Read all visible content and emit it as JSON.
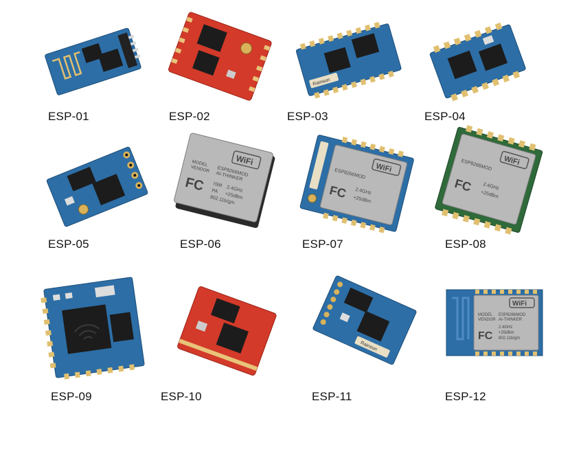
{
  "colors": {
    "blue_pcb": "#2d6ea6",
    "red_pcb": "#d33a2a",
    "green_pcb": "#2f6a3a",
    "chip": "#1c1c1c",
    "gold": "#d9b25a",
    "shield": "#b9b9b9"
  },
  "modules": [
    {
      "label": "ESP-01",
      "board": "blue-pcb",
      "icon": "antenna-trace"
    },
    {
      "label": "ESP-02",
      "board": "red-pcb",
      "icon": "u-fl-connector"
    },
    {
      "label": "ESP-03",
      "board": "blue-pcb",
      "icon": "ceramic-antenna"
    },
    {
      "label": "ESP-04",
      "board": "blue-pcb",
      "icon": "castellated-pads"
    },
    {
      "label": "ESP-05",
      "board": "blue-pcb",
      "icon": "u-fl-connector"
    },
    {
      "label": "ESP-06",
      "board": "metal-shield",
      "icon": "shield-can"
    },
    {
      "label": "ESP-07",
      "board": "blue-pcb",
      "icon": "shield-can"
    },
    {
      "label": "ESP-08",
      "board": "green-pcb",
      "icon": "shield-can"
    },
    {
      "label": "ESP-09",
      "board": "blue-pcb",
      "icon": "square-chip"
    },
    {
      "label": "ESP-10",
      "board": "red-pcb",
      "icon": "smd-chip"
    },
    {
      "label": "ESP-11",
      "board": "blue-pcb",
      "icon": "ceramic-antenna"
    },
    {
      "label": "ESP-12",
      "board": "blue-pcb",
      "icon": "shield-can"
    }
  ],
  "shield_text": {
    "logo": "WiFi",
    "model": "MODEL",
    "vendor": "VENDOR",
    "chip": "ESP8266MOD",
    "maker": "AI-THINKER",
    "ism": "ISM",
    "freq": "2.4GHz",
    "pa": "PA",
    "power": "+25dBm",
    "std": "802.11b/g/n",
    "fc": "FC",
    "antenna_print": "Rainsun"
  }
}
